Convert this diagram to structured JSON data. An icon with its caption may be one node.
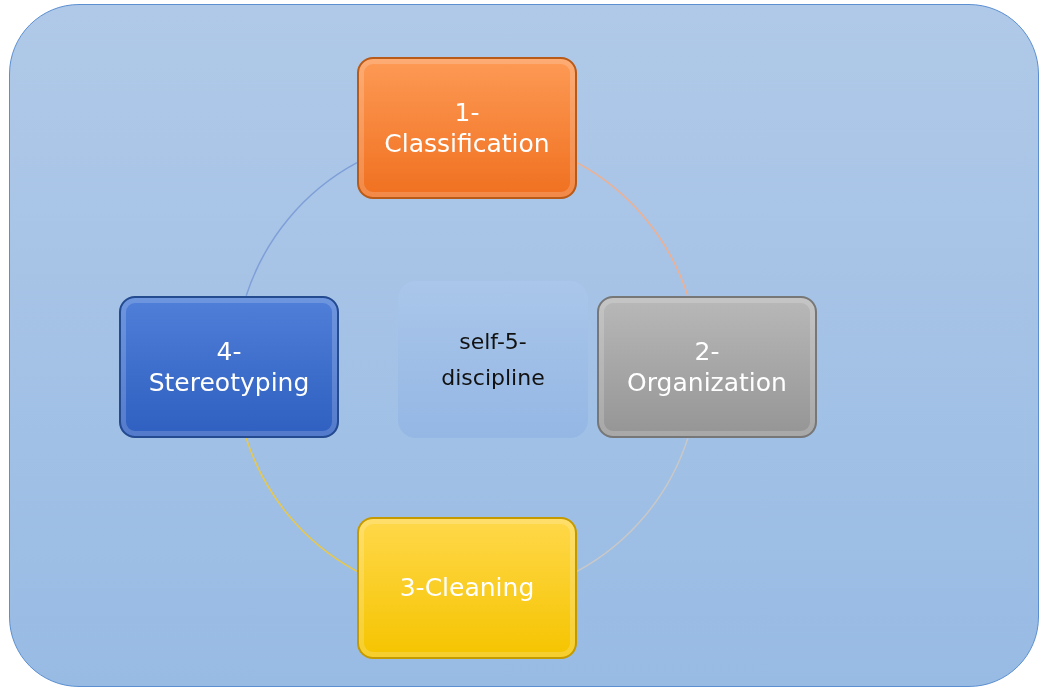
{
  "diagram": {
    "nodes": [
      {
        "text": [
          "1- Classification"
        ]
      },
      {
        "text": [
          "2- Organization"
        ]
      },
      {
        "text": [
          "3-Cleaning"
        ]
      },
      {
        "text": [
          "4- Stereotyping"
        ]
      },
      {
        "text": [
          "self-5- discipline"
        ]
      }
    ],
    "edges": [
      {
        "from": 0,
        "to": 1,
        "arrow": "none",
        "color": "#f0b090"
      },
      {
        "from": 1,
        "to": 2,
        "arrow": "none",
        "color": "#c8c8c8"
      },
      {
        "from": 2,
        "to": 3,
        "arrow": "none",
        "color": "#e8c84a"
      },
      {
        "from": 3,
        "to": 0,
        "arrow": "none",
        "color": "#7f9fd8"
      }
    ]
  }
}
